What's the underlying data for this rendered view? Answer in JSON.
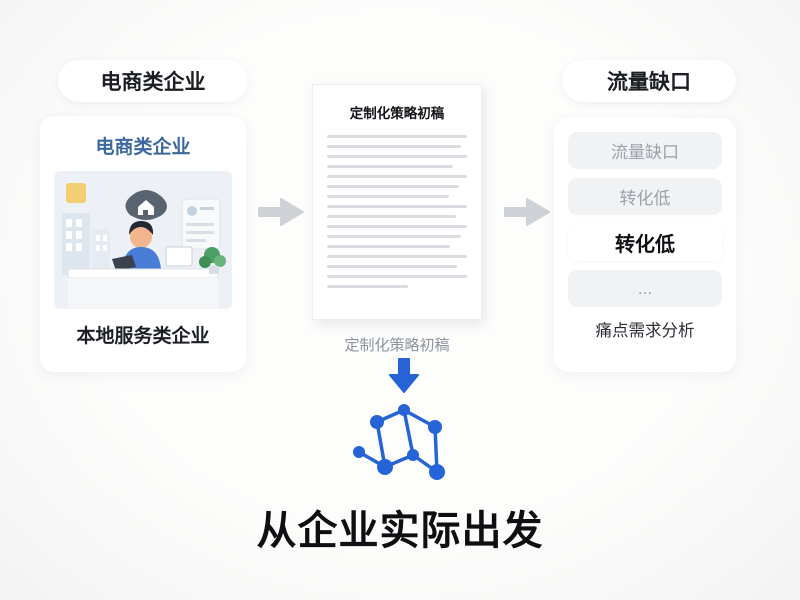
{
  "left": {
    "pill_label": "电商类企业",
    "card_title": "电商类企业",
    "card_caption": "本地服务类企业"
  },
  "middle": {
    "doc_title": "定制化策略初稿",
    "caption": "定制化策略初稿"
  },
  "right": {
    "pill_label": "流量缺口",
    "rows": [
      "流量缺口",
      "转化低",
      "转化低",
      "..."
    ],
    "caption": "痛点需求分析"
  },
  "bottom_title": "从企业实际出发",
  "colors": {
    "accent_blue": "#2563d6",
    "title_blue": "#3c689f",
    "gray_text": "#9aa2ab",
    "arrow_gray": "#ced2d6"
  }
}
